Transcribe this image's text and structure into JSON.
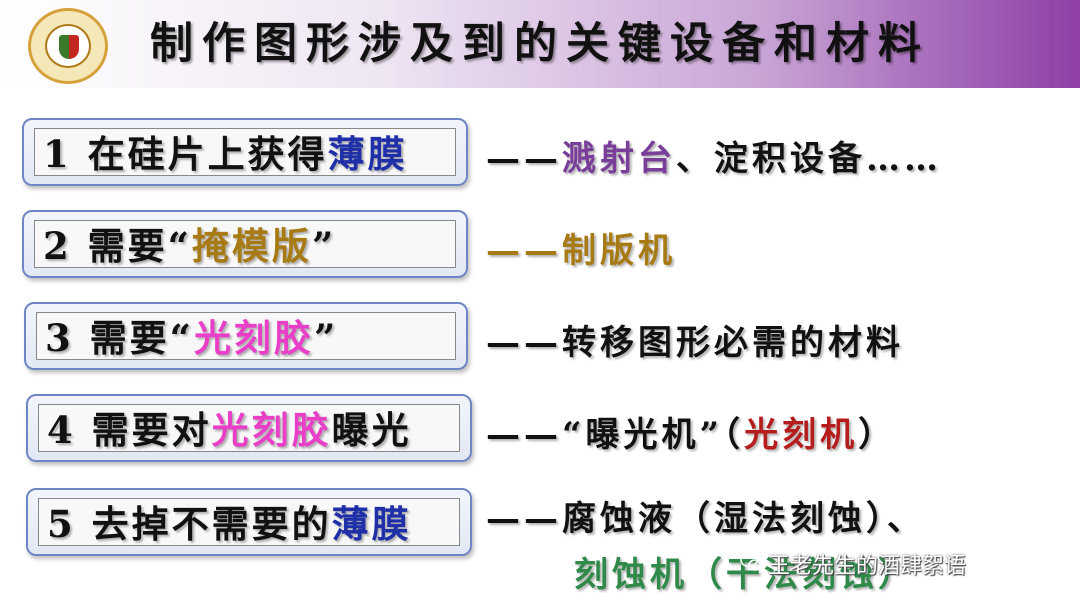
{
  "title": "制作图形涉及到的关键设备和材料",
  "logo": {
    "name": "school-logo"
  },
  "items": [
    {
      "num": "1",
      "pre": "在硅片上获得",
      "hl": "薄膜",
      "hl_color": "#1f2fa8",
      "post": ""
    },
    {
      "num": "2",
      "pre": "需要“",
      "hl": "掩模版",
      "hl_color": "#a87a14",
      "post": "”"
    },
    {
      "num": "3",
      "pre": "需要“",
      "hl": "光刻胶",
      "hl_color": "#e83ec8",
      "post": "”"
    },
    {
      "num": "4",
      "pre": "需要对",
      "hl": "光刻胶",
      "hl_color": "#e83ec8",
      "post": "曝光"
    },
    {
      "num": "5",
      "pre": "去掉不需要的",
      "hl": "薄膜",
      "hl_color": "#1f2fa8",
      "post": ""
    }
  ],
  "results": {
    "r1": {
      "dash": "——",
      "hl": "溅射台",
      "hl_color": "#7a3d9a",
      "post": "、淀积设备……"
    },
    "r2": {
      "text": "——制版机",
      "color": "#a87a14"
    },
    "r3": {
      "text": "——转移图形必需的材料"
    },
    "r4": {
      "pre": "——“曝光机”（",
      "hl": "光刻机",
      "hl_color": "#b51c1c",
      "post": "）"
    },
    "r5": {
      "text": "——腐蚀液（湿法刻蚀）、"
    },
    "r5b": {
      "text": "刻蚀机（干法刻蚀）",
      "color": "#2f8a4a"
    }
  },
  "watermark": "王老先生的酒肆絮语"
}
